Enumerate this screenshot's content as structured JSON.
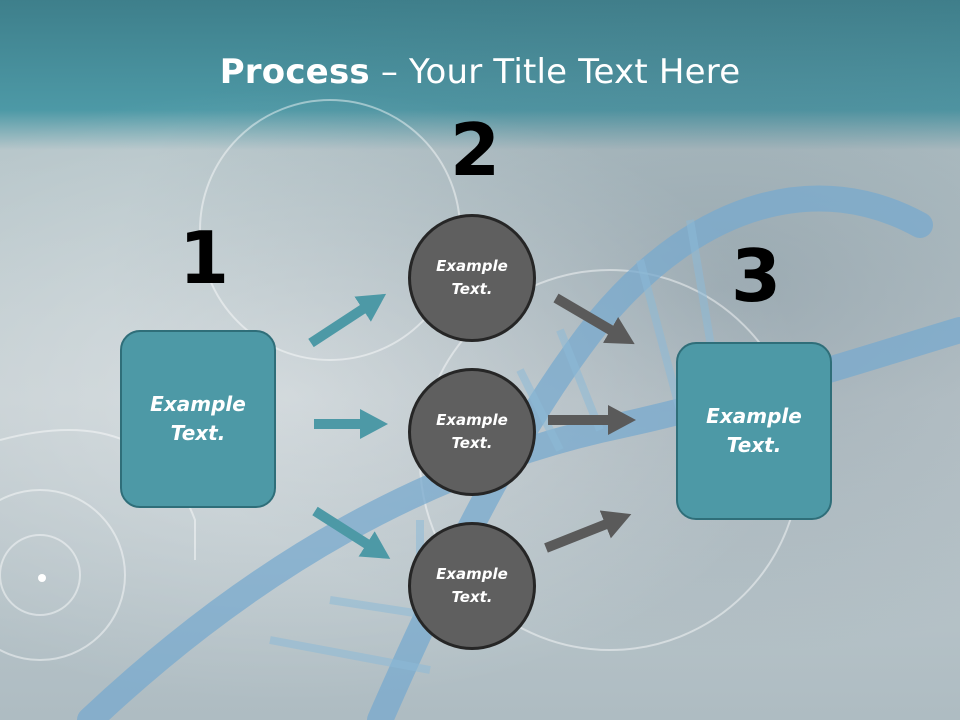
{
  "title": {
    "bold": "Process",
    "rest": " – Your Title Text Here"
  },
  "steps": {
    "one": "1",
    "two": "2",
    "three": "3"
  },
  "nodes": {
    "left_box": "Example Text.",
    "circle_top": "Example Text.",
    "circle_middle": "Example Text.",
    "circle_bottom": "Example Text.",
    "right_box": "Example Text."
  },
  "colors": {
    "accent": "#4d99a6",
    "circle_fill": "#5f5f5f",
    "arrow_dark": "#5a5a5a"
  }
}
